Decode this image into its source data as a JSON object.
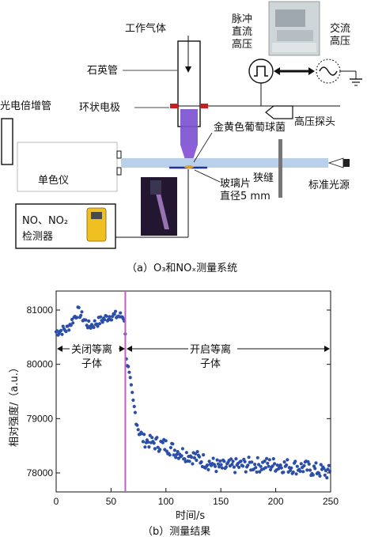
{
  "diagram": {
    "labels": {
      "work_gas": "工作气体",
      "quartz_tube": "石英管",
      "ring_electrode": "环状电极",
      "pmt": "光电倍增管",
      "pulse_dc_hv_1": "脉冲",
      "pulse_dc_hv_2": "直流",
      "pulse_dc_hv_3": "高压",
      "ac_hv_1": "交流",
      "ac_hv_2": "高压",
      "hv_probe": "高压探头",
      "staph_1": "金黄色葡萄球菌",
      "monochromator": "单色仪",
      "slit": "狭缝",
      "std_light": "标准光源",
      "glass_1": "玻璃片",
      "glass_2": "直径5 mm",
      "detector_1": "NO、NO₂",
      "detector_2": "检测器"
    },
    "caption_a": "（a）O₃和NOₓ测量系统"
  },
  "chart_data": {
    "type": "scatter",
    "xlabel": "时间/s",
    "ylabel": "相对强度/（a.u.）",
    "xlim": [
      0,
      250
    ],
    "ylim": [
      77650,
      81350
    ],
    "xticks": [
      "0",
      "50",
      "100",
      "150",
      "200",
      "250"
    ],
    "yticks": [
      "78000",
      "79000",
      "80000",
      "81000"
    ],
    "marker_x": 63,
    "annotations": {
      "off_1": "关闭等离",
      "off_2": "子体",
      "on_1": "开启等离",
      "on_2": "子体"
    },
    "key_points": [
      {
        "x": 0,
        "y": 80600
      },
      {
        "x": 10,
        "y": 80650
      },
      {
        "x": 20,
        "y": 80980
      },
      {
        "x": 30,
        "y": 80700
      },
      {
        "x": 40,
        "y": 80800
      },
      {
        "x": 50,
        "y": 80900
      },
      {
        "x": 62,
        "y": 80880
      },
      {
        "x": 64,
        "y": 80150
      },
      {
        "x": 66,
        "y": 79850
      },
      {
        "x": 70,
        "y": 79300
      },
      {
        "x": 75,
        "y": 78800
      },
      {
        "x": 80,
        "y": 78600
      },
      {
        "x": 90,
        "y": 78550
      },
      {
        "x": 100,
        "y": 78500
      },
      {
        "x": 110,
        "y": 78400
      },
      {
        "x": 125,
        "y": 78300
      },
      {
        "x": 150,
        "y": 78100
      },
      {
        "x": 175,
        "y": 78150
      },
      {
        "x": 200,
        "y": 78150
      },
      {
        "x": 225,
        "y": 78100
      },
      {
        "x": 250,
        "y": 78000
      }
    ],
    "point_color": "#2b4ea8",
    "marker_color": "#c060c0",
    "caption": "（b）测量结果"
  }
}
